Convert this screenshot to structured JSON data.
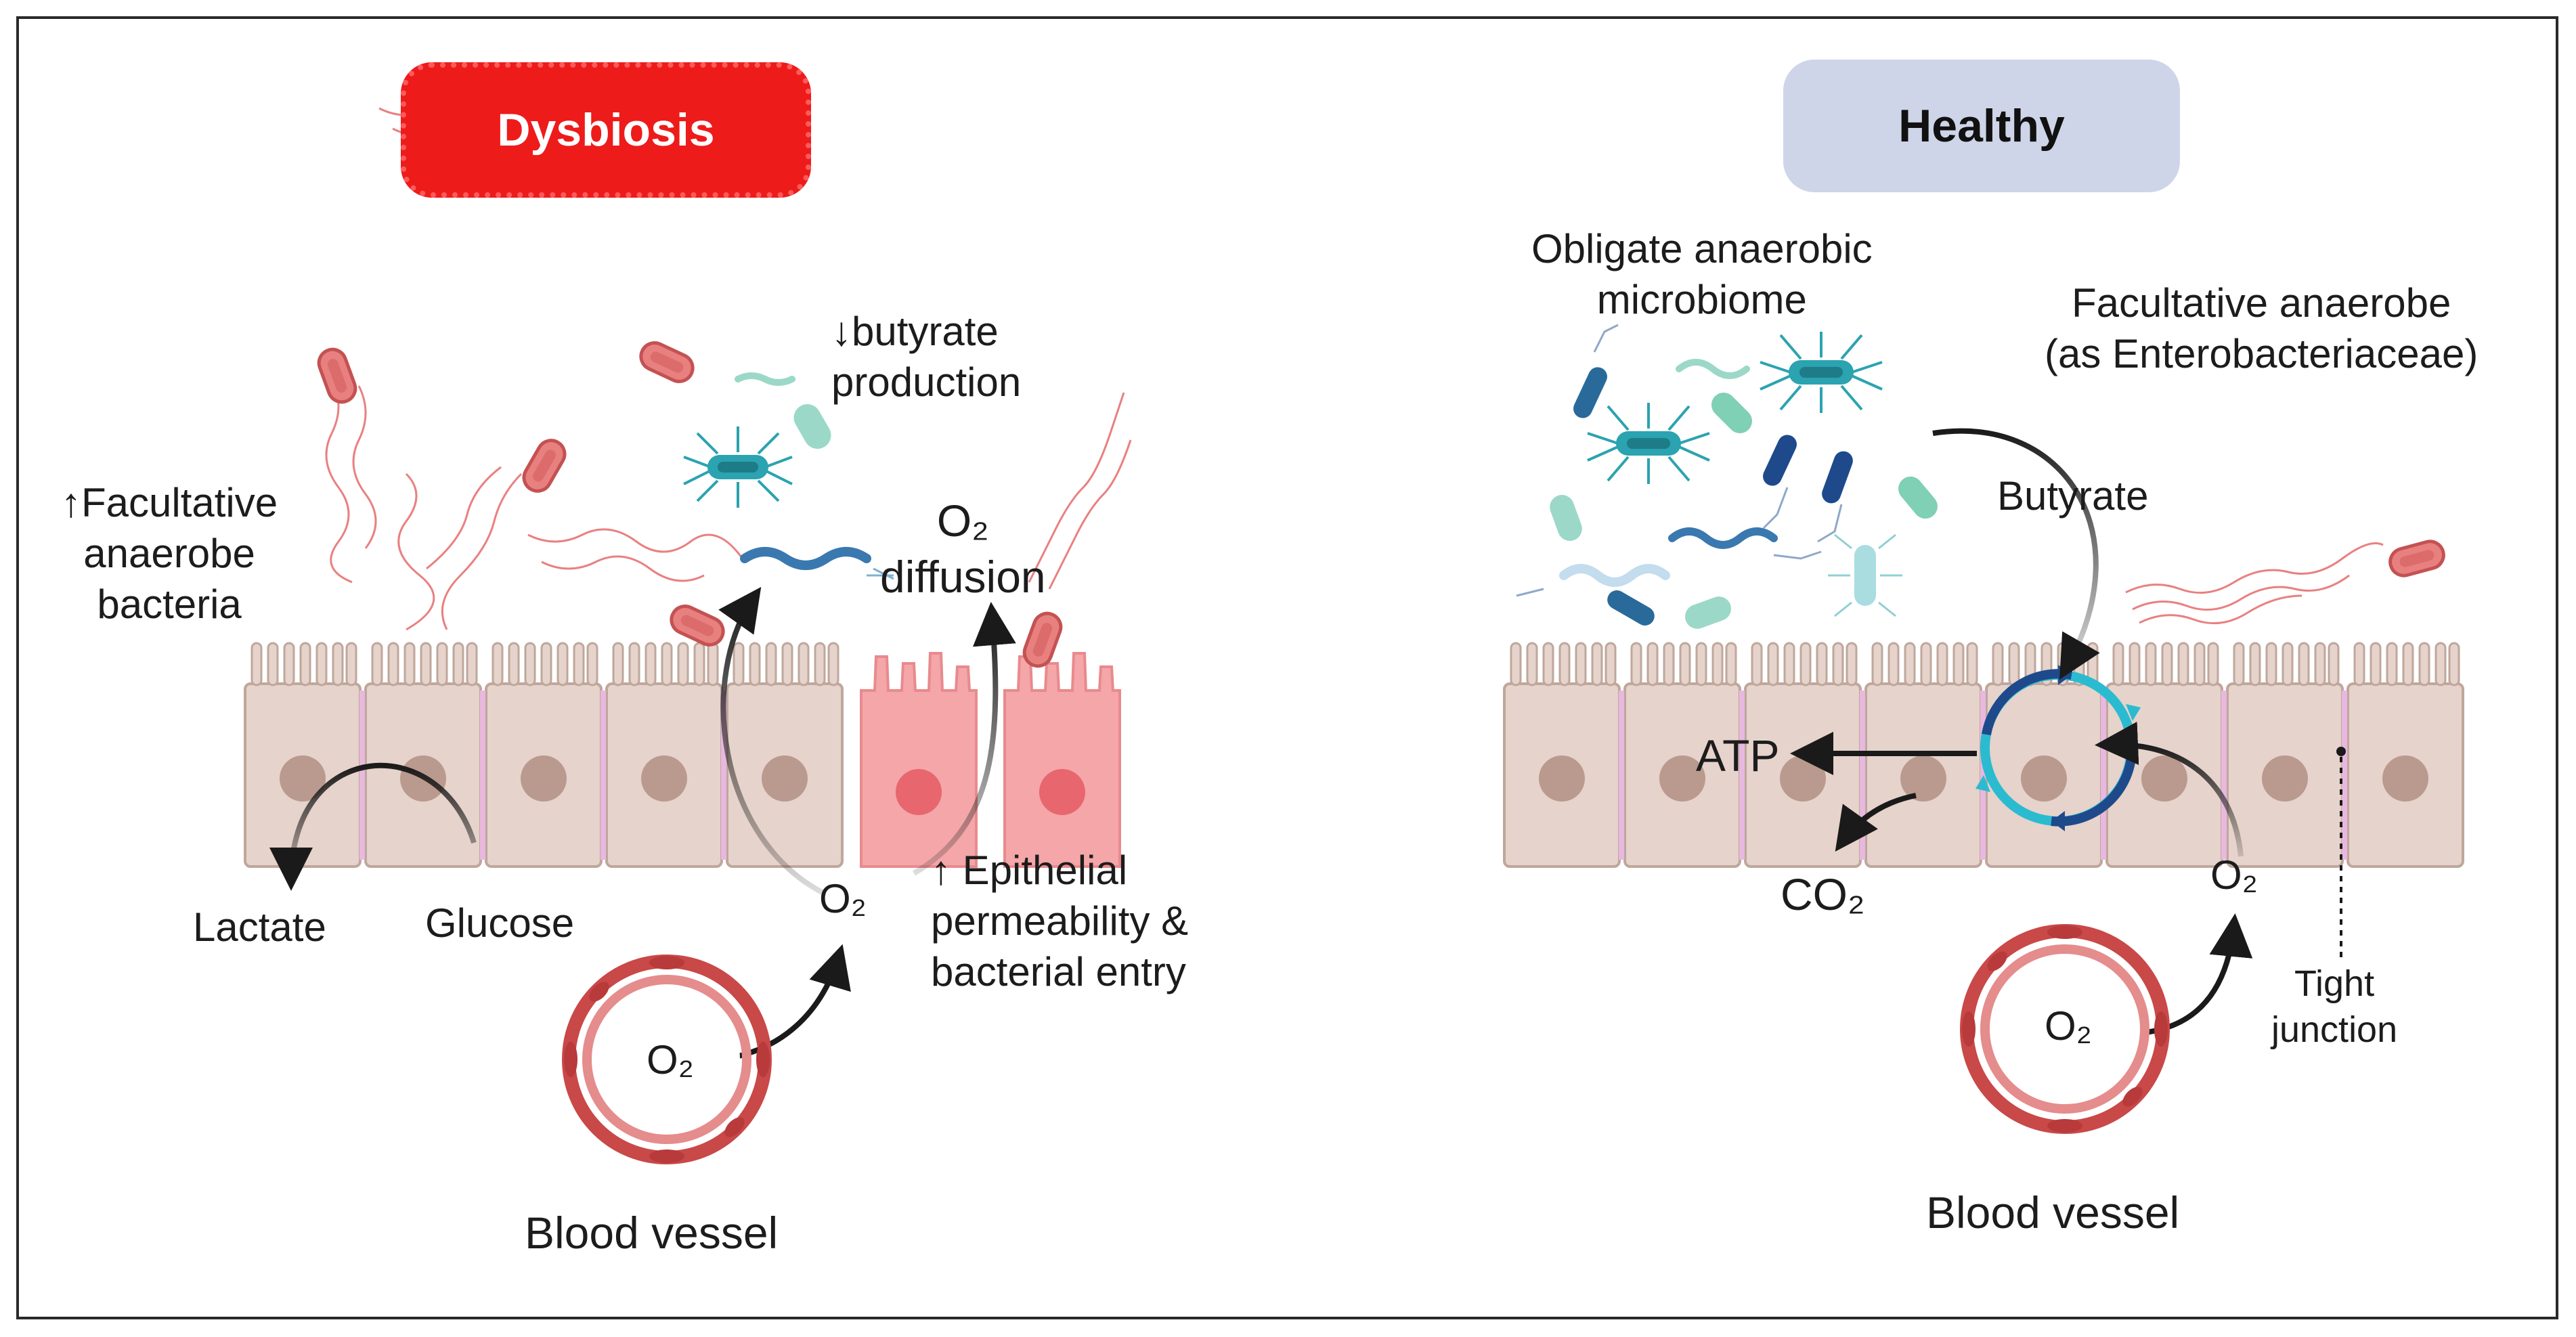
{
  "left_panel": {
    "title": "Dysbiosis",
    "facultative_label": "↑Facultative\nanaerobe\nbacteria",
    "butyrate_label": "↓butyrate\nproduction",
    "o2_diffusion": "O₂\ndiffusion",
    "lactate": "Lactate",
    "glucose": "Glucose",
    "o2_epithelium": "O₂",
    "permeability_label": "↑ Epithelial\npermeability &\nbacterial entry",
    "o2_vessel": "O₂",
    "vessel_label": "Blood vessel"
  },
  "right_panel": {
    "title": "Healthy",
    "obligate_label": "Obligate anaerobic\nmicrobiome",
    "facultative_label": "Facultative anaerobe\n(as Enterobacteriaceae)",
    "butyrate": "Butyrate",
    "atp": "ATP",
    "co2": "CO₂",
    "o2_epithelium": "O₂",
    "o2_vessel": "O₂",
    "tight_junction": "Tight\njunction",
    "vessel_label": "Blood vessel"
  },
  "colors": {
    "cell_fill": "#e6d3cb",
    "cell_stroke": "#bfa79c",
    "nucleus": "#b18f84",
    "junction": "#e8b8e0",
    "damaged_cell": "#f4a6a8",
    "damaged_nucleus": "#e8666e",
    "vessel_red": "#c94848",
    "bacteria_red": "#e98080",
    "teal": "#2ba3b0",
    "navy": "#1e4a8c",
    "mint": "#9bd8c8"
  }
}
